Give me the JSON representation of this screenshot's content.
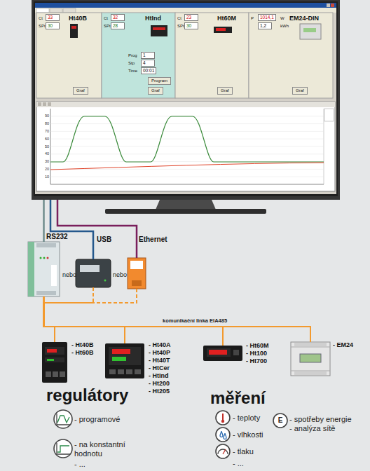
{
  "diagram": {
    "nodes": [
      {
        "text": []
      },
      {
        "text": [
          "Ht40B",
          "Ct",
          "33",
          "SPt",
          "30",
          "Graf"
        ],
        "in": 0
      },
      {
        "text": [
          "HtInd",
          "Ct",
          "32",
          "SPt",
          "28",
          "Prog",
          "1",
          "Stp",
          "4",
          "Time",
          "00:01",
          "Program",
          "Graf"
        ],
        "in": 0
      },
      {
        "text": [
          "Ht60M",
          "Ct",
          "23",
          "SPt",
          "30",
          "Graf"
        ],
        "in": 0
      },
      {
        "text": [
          "EM24-DIN",
          "P",
          "1014,1",
          "W",
          "1,2",
          "kWh",
          "Graf"
        ],
        "in": 0
      },
      {
        "text": [
          "10",
          "20",
          "30",
          "40",
          "50",
          "60",
          "70",
          "80",
          "90"
        ],
        "in": 0
      },
      {
        "text": [
          "RS232"
        ]
      },
      {
        "text": [
          "USB"
        ]
      },
      {
        "text": [
          "Ethernet"
        ]
      },
      {
        "text": [
          "- Ht40B",
          "- Ht60B"
        ]
      },
      {
        "text": [
          "- Ht40A",
          "- Ht40P",
          "- Ht40T",
          "- HtCer",
          "- HtInd",
          "- Ht200",
          "- Ht205"
        ]
      },
      {
        "text": [
          "- Ht60M",
          "- Ht100",
          "- Ht700"
        ]
      },
      {
        "text": [
          "- EM24"
        ]
      }
    ],
    "edges": [
      {
        "from": 0,
        "to": 6,
        "arrow": "none"
      },
      {
        "from": 0,
        "to": 7,
        "arrow": "none"
      },
      {
        "from": 0,
        "to": 8,
        "arrow": "none"
      },
      {
        "from": 6,
        "to": 9,
        "arrow": "none"
      },
      {
        "from": 6,
        "to": 10,
        "arrow": "none"
      },
      {
        "from": 6,
        "to": 11,
        "label": "komunikační linka EIA485",
        "arrow": "none"
      },
      {
        "from": 6,
        "to": 12,
        "arrow": "none"
      },
      {
        "from": 7,
        "to": 9,
        "arrow": "none"
      },
      {
        "from": 7,
        "to": 10,
        "arrow": "none"
      },
      {
        "from": 7,
        "to": 11,
        "arrow": "none"
      },
      {
        "from": 7,
        "to": 12,
        "arrow": "none"
      },
      {
        "from": 8,
        "to": 9,
        "arrow": "none"
      },
      {
        "from": 8,
        "to": 10,
        "arrow": "none"
      },
      {
        "from": 8,
        "to": 11,
        "arrow": "none"
      },
      {
        "from": 8,
        "to": 12,
        "arrow": "none"
      }
    ],
    "labels": [
      "nebo",
      "nebo",
      "regulátory",
      "měření",
      "E",
      "- analýza sítě"
    ],
    "legend": [
      {
        "text": "- programové"
      },
      {
        "text": "- na konstantní hodnotu"
      },
      {
        "text": "- ..."
      },
      {
        "text": "- teploty"
      },
      {
        "text": "- vlhkosti"
      },
      {
        "text": "- tlaku"
      },
      {
        "text": "- ..."
      },
      {
        "text": "- spotřeby energie"
      }
    ]
  }
}
